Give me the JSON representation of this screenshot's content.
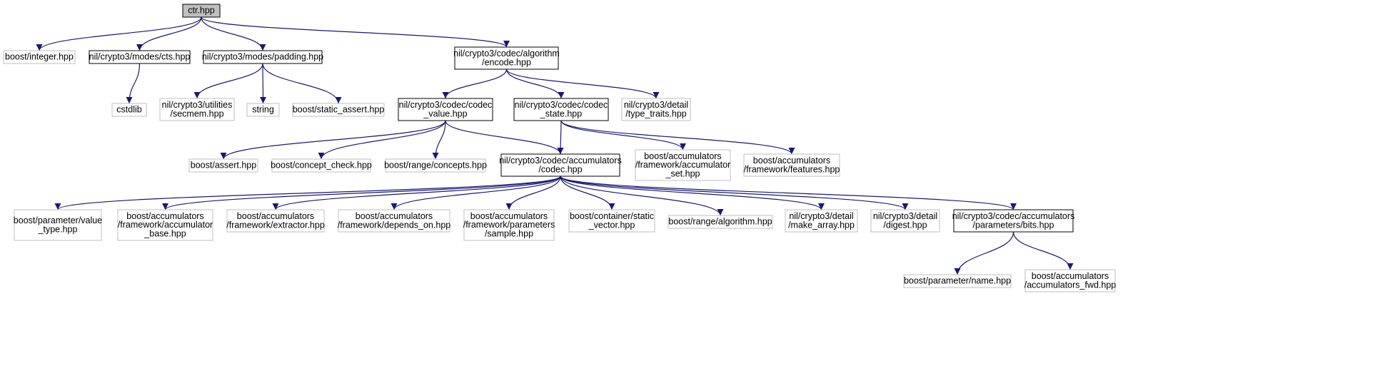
{
  "colors": {
    "edge": "#191970",
    "root_fill": "#bfbfbf",
    "doc_border": "#000000",
    "ext_border": "#bfbfbf",
    "text": "#000000"
  },
  "nodes": [
    {
      "id": "ctr",
      "lines": [
        "ctr.hpp"
      ],
      "kind": "root"
    },
    {
      "id": "bint",
      "lines": [
        "boost/integer.hpp"
      ],
      "kind": "ext"
    },
    {
      "id": "cts",
      "lines": [
        "nil/crypto3/modes/cts.hpp"
      ],
      "kind": "doc"
    },
    {
      "id": "pad",
      "lines": [
        "nil/crypto3/modes/padding.hpp"
      ],
      "kind": "doc"
    },
    {
      "id": "enc",
      "lines": [
        "nil/crypto3/codec/algorithm",
        "/encode.hpp"
      ],
      "kind": "doc"
    },
    {
      "id": "cstd",
      "lines": [
        "cstdlib"
      ],
      "kind": "ext"
    },
    {
      "id": "secm",
      "lines": [
        "nil/crypto3/utilities",
        "/secmem.hpp"
      ],
      "kind": "ext"
    },
    {
      "id": "str",
      "lines": [
        "string"
      ],
      "kind": "ext"
    },
    {
      "id": "sass",
      "lines": [
        "boost/static_assert.hpp"
      ],
      "kind": "ext"
    },
    {
      "id": "cval",
      "lines": [
        "nil/crypto3/codec/codec",
        "_value.hpp"
      ],
      "kind": "doc"
    },
    {
      "id": "cst",
      "lines": [
        "nil/crypto3/codec/codec",
        "_state.hpp"
      ],
      "kind": "doc"
    },
    {
      "id": "ttr",
      "lines": [
        "nil/crypto3/detail",
        "/type_traits.hpp"
      ],
      "kind": "ext"
    },
    {
      "id": "bas",
      "lines": [
        "boost/assert.hpp"
      ],
      "kind": "ext"
    },
    {
      "id": "bcc",
      "lines": [
        "boost/concept_check.hpp"
      ],
      "kind": "ext"
    },
    {
      "id": "brc",
      "lines": [
        "boost/range/concepts.hpp"
      ],
      "kind": "ext"
    },
    {
      "id": "acc",
      "lines": [
        "nil/crypto3/codec/accumulators",
        "/codec.hpp"
      ],
      "kind": "doc"
    },
    {
      "id": "aset",
      "lines": [
        "boost/accumulators",
        "/framework/accumulator",
        "_set.hpp"
      ],
      "kind": "ext"
    },
    {
      "id": "feat",
      "lines": [
        "boost/accumulators",
        "/framework/features.hpp"
      ],
      "kind": "ext"
    },
    {
      "id": "vt",
      "lines": [
        "boost/parameter/value",
        "_type.hpp"
      ],
      "kind": "ext"
    },
    {
      "id": "abase",
      "lines": [
        "boost/accumulators",
        "/framework/accumulator",
        "_base.hpp"
      ],
      "kind": "ext"
    },
    {
      "id": "extr",
      "lines": [
        "boost/accumulators",
        "/framework/extractor.hpp"
      ],
      "kind": "ext"
    },
    {
      "id": "dep",
      "lines": [
        "boost/accumulators",
        "/framework/depends_on.hpp"
      ],
      "kind": "ext"
    },
    {
      "id": "samp",
      "lines": [
        "boost/accumulators",
        "/framework/parameters",
        "/sample.hpp"
      ],
      "kind": "ext"
    },
    {
      "id": "svec",
      "lines": [
        "boost/container/static",
        "_vector.hpp"
      ],
      "kind": "ext"
    },
    {
      "id": "ralg",
      "lines": [
        "boost/range/algorithm.hpp"
      ],
      "kind": "ext"
    },
    {
      "id": "marr",
      "lines": [
        "nil/crypto3/detail",
        "/make_array.hpp"
      ],
      "kind": "ext"
    },
    {
      "id": "dig",
      "lines": [
        "nil/crypto3/detail",
        "/digest.hpp"
      ],
      "kind": "ext"
    },
    {
      "id": "bits",
      "lines": [
        "nil/crypto3/codec/accumulators",
        "/parameters/bits.hpp"
      ],
      "kind": "doc"
    },
    {
      "id": "pname",
      "lines": [
        "boost/parameter/name.hpp"
      ],
      "kind": "ext"
    },
    {
      "id": "afwd",
      "lines": [
        "boost/accumulators",
        "/accumulators_fwd.hpp"
      ],
      "kind": "ext"
    }
  ],
  "edges": [
    [
      "ctr",
      "bint"
    ],
    [
      "ctr",
      "cts"
    ],
    [
      "ctr",
      "pad"
    ],
    [
      "ctr",
      "enc"
    ],
    [
      "cts",
      "cstd"
    ],
    [
      "pad",
      "secm"
    ],
    [
      "pad",
      "str"
    ],
    [
      "pad",
      "sass"
    ],
    [
      "enc",
      "cval"
    ],
    [
      "enc",
      "cst"
    ],
    [
      "enc",
      "ttr"
    ],
    [
      "cval",
      "bas"
    ],
    [
      "cval",
      "bcc"
    ],
    [
      "cval",
      "brc"
    ],
    [
      "cval",
      "acc"
    ],
    [
      "cst",
      "acc"
    ],
    [
      "cst",
      "aset"
    ],
    [
      "cst",
      "feat"
    ],
    [
      "acc",
      "vt"
    ],
    [
      "acc",
      "abase"
    ],
    [
      "acc",
      "extr"
    ],
    [
      "acc",
      "dep"
    ],
    [
      "acc",
      "samp"
    ],
    [
      "acc",
      "svec"
    ],
    [
      "acc",
      "ralg"
    ],
    [
      "acc",
      "marr"
    ],
    [
      "acc",
      "dig"
    ],
    [
      "acc",
      "bits"
    ],
    [
      "bits",
      "pname"
    ],
    [
      "bits",
      "afwd"
    ]
  ]
}
